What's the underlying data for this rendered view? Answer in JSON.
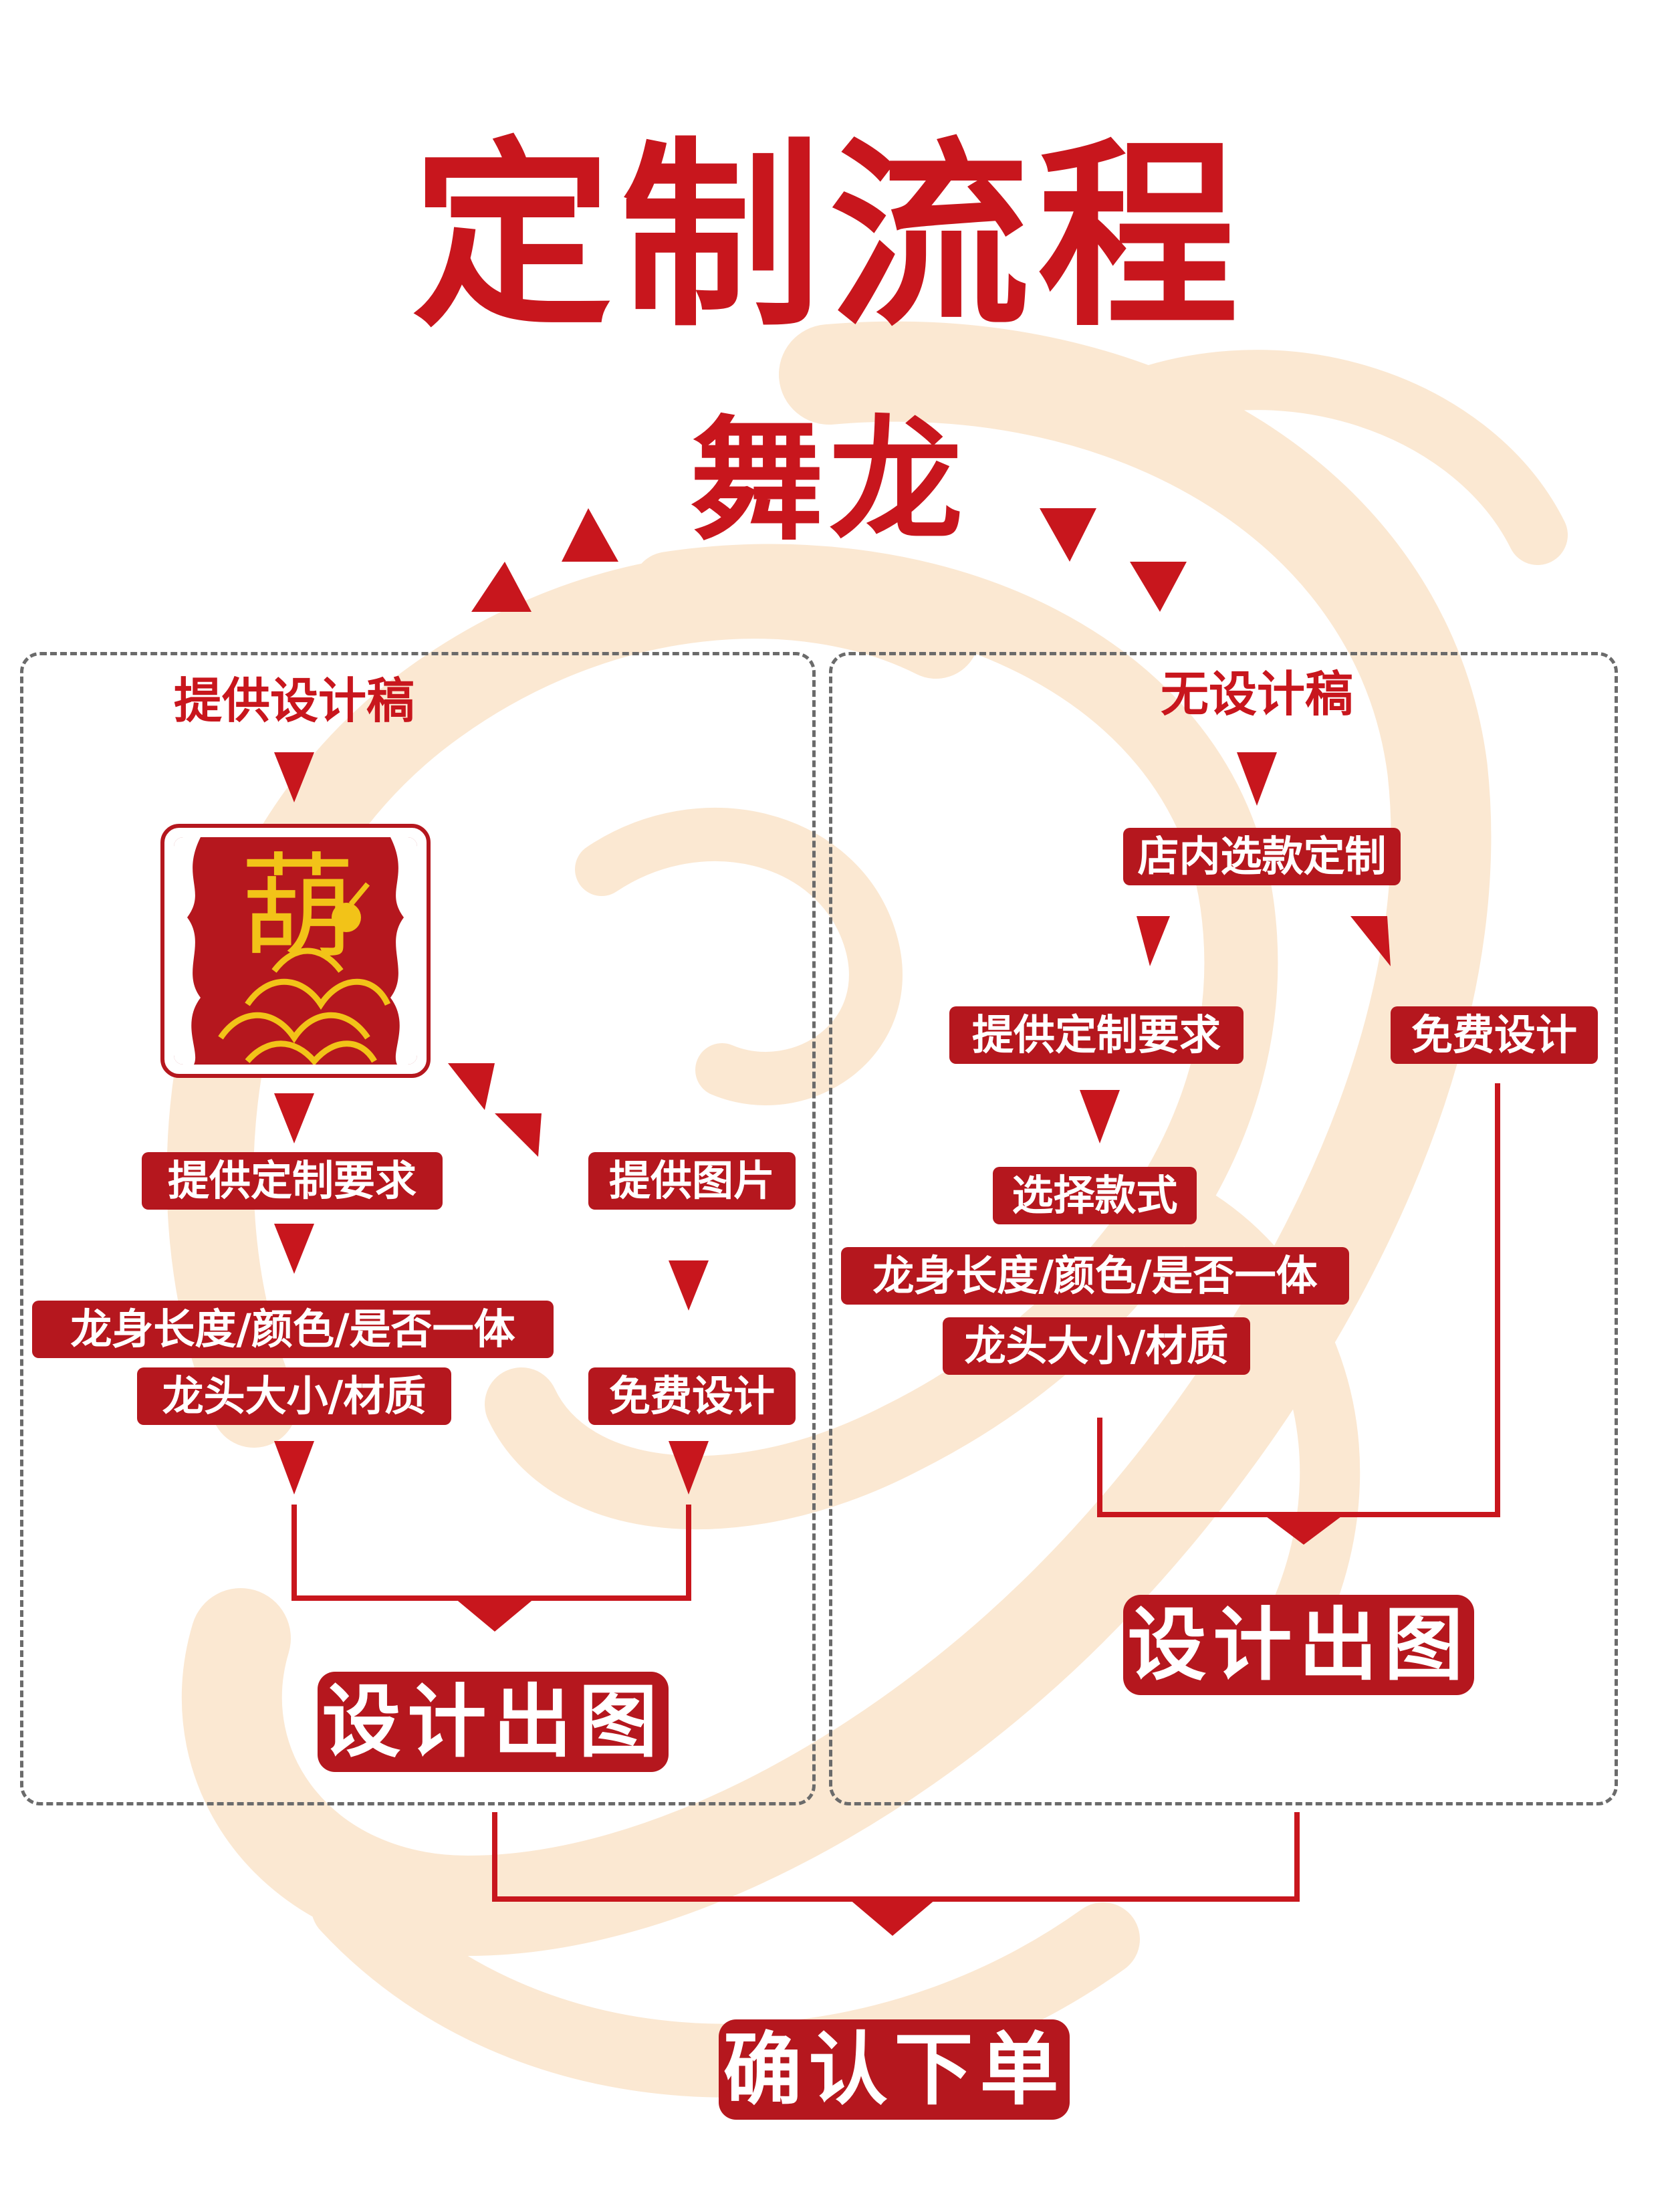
{
  "title": "定制流程",
  "subtitle": "舞龙",
  "colors": {
    "primary": "#c8161d",
    "box": "#b5171e",
    "text_on_box": "#ffffff",
    "logo_gold": "#f2c318",
    "watermark": "#fbe8d2"
  },
  "left_branch": {
    "heading": "提供设计稿",
    "logo_char": "葫",
    "step_requirements": "提供定制要求",
    "step_picture": "提供图片",
    "detail_line1": "龙身长度/颜色/是否一体",
    "detail_line2": "龙头大小/材质",
    "free_design": "免费设计",
    "result": "设计出图"
  },
  "right_branch": {
    "heading": "无设计稿",
    "store_select": "店内选款定制",
    "step_requirements": "提供定制要求",
    "free_design": "免费设计",
    "choose_style": "选择款式",
    "detail_line1": "龙身长度/颜色/是否一体",
    "detail_line2": "龙头大小/材质",
    "result": "设计出图"
  },
  "final_step": "确认下单"
}
